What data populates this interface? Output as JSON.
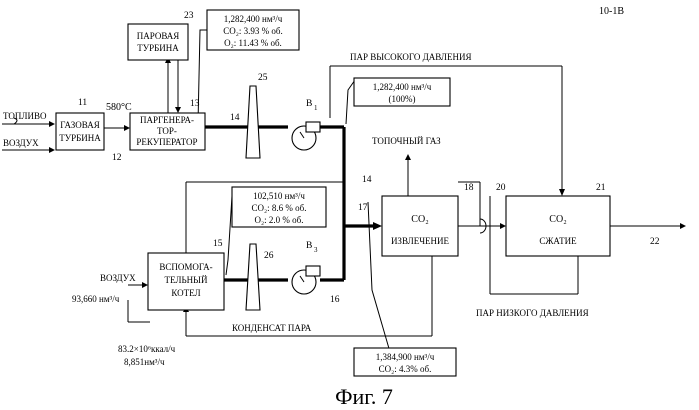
{
  "figure_id": "10-1B",
  "caption": "Фиг. 7",
  "inputs": {
    "fuel": "ТОПЛИВО",
    "air1": "ВОЗДУХ",
    "air2": "ВОЗДУХ",
    "air2_flow": "93,660 нм³/ч",
    "heat1": "83.2×10⁶ккал/ч",
    "heat2": "8,851нм³/ч"
  },
  "temp": "580°C",
  "units": {
    "gas_turbine": [
      "ГАЗОВАЯ",
      "ТУРБИНА"
    ],
    "steam_turbine": [
      "ПАРОВАЯ",
      "ТУРБИНА"
    ],
    "hrsg": [
      "ПАРГЕНЕРА-",
      "ТОР-",
      "РЕКУПЕРАТОР"
    ],
    "aux_boiler": [
      "ВСПОМОГА-",
      "ТЕЛЬНЫЙ",
      "КОТЕЛ"
    ],
    "co2_recovery": [
      "CO₂",
      "ИЗВЛЕЧЕНИЕ"
    ],
    "co2_compression": [
      "CO₂",
      "СЖАТИЕ"
    ]
  },
  "refs": {
    "r11": "11",
    "r12": "12",
    "r13": "13",
    "r14a": "14",
    "r14b": "14",
    "r15": "15",
    "r16": "16",
    "r17": "17",
    "r18": "18",
    "r20": "20",
    "r21": "21",
    "r22": "22",
    "r23": "23",
    "r25": "25",
    "r26": "26",
    "b1": "B",
    "b1sub": "1",
    "b3": "B",
    "b3sub": "3"
  },
  "flow_labels": {
    "hp_steam": "ПАР ВЫСОКОГО ДАВЛЕНИЯ",
    "flue_gas": "ТОПОЧНЫЙ ГАЗ",
    "lp_steam": "ПАР НИЗКОГО ДАВЛЕНИЯ",
    "condensate": "КОНДЕНСАТ ПАРА"
  },
  "callouts": {
    "gt_exhaust": [
      "1,282,400 нм³/ч",
      "CO₂: 3.93 % об.",
      "O₂: 11.43 % об."
    ],
    "b1_flow": [
      "1,282,400 нм³/ч",
      "(100%)"
    ],
    "b3_flow": [
      "102,510 нм³/ч",
      "CO₂: 8.6 % об.",
      "O₂: 2.0 % об."
    ],
    "mixed_flow": [
      "1,384,900 нм³/ч",
      "CO₂: 4.3% об."
    ]
  }
}
